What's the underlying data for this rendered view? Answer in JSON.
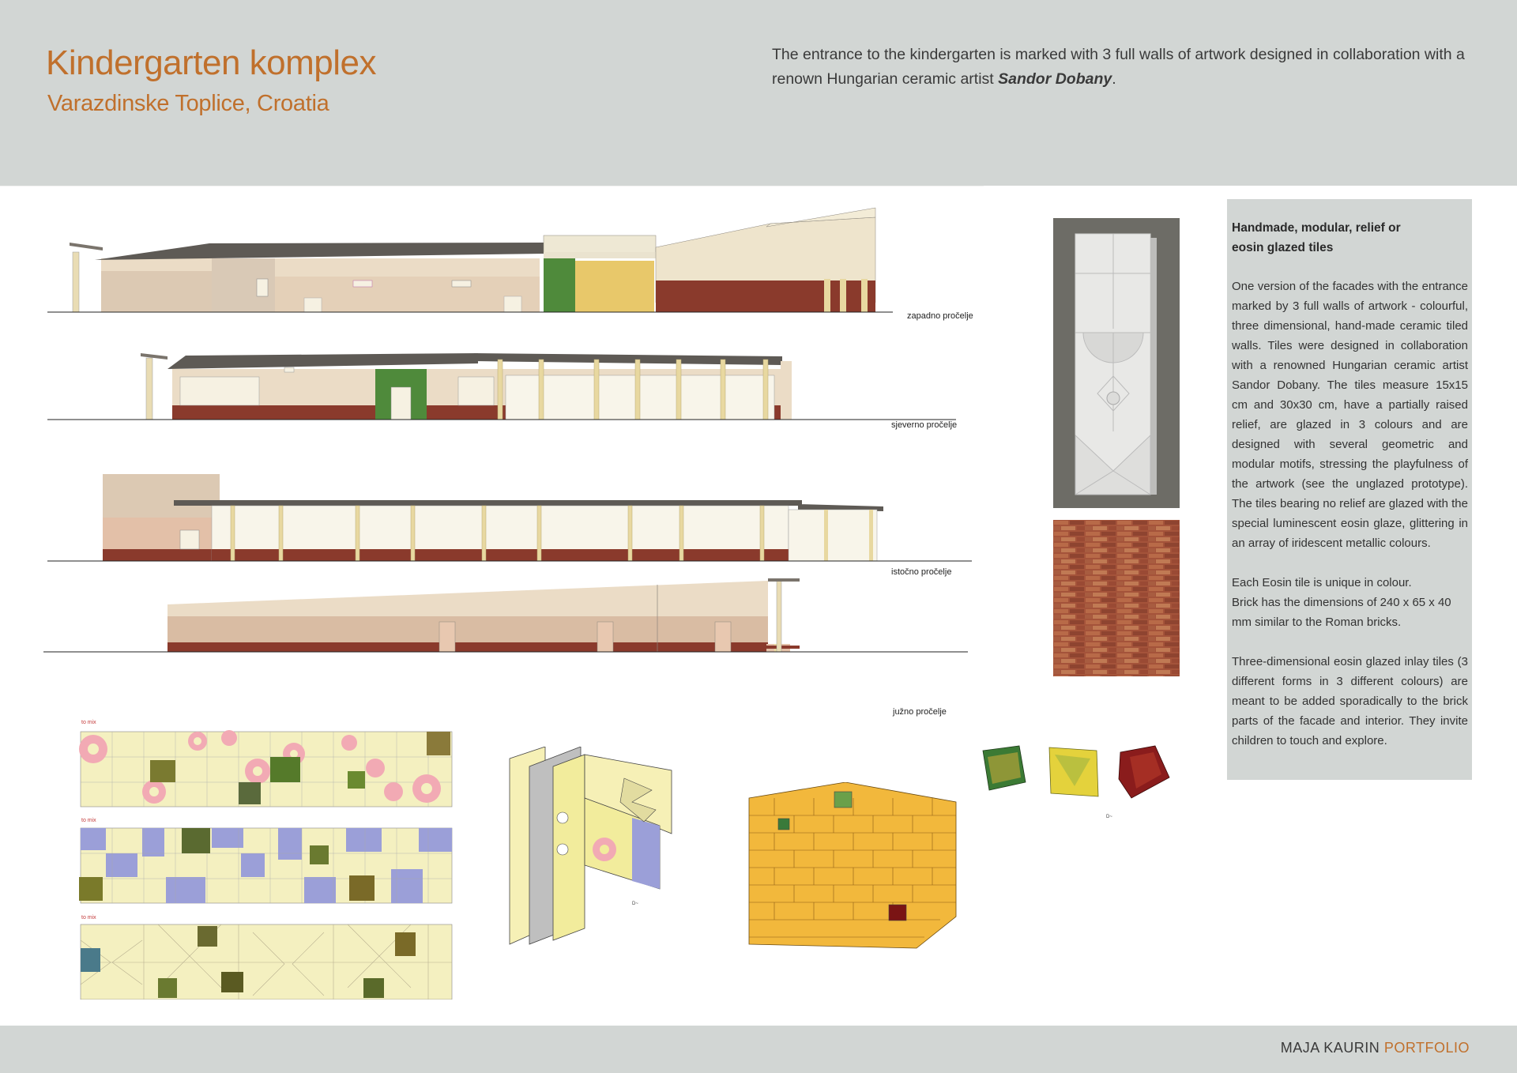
{
  "header": {
    "title": "Kindergarten komplex",
    "subtitle": "Varazdinske Toplice, Croatia",
    "intro_text": "The entrance to the kindergarten is marked with 3 full walls of artwork designed in collaboration with a renown Hungarian ceramic artist ",
    "intro_artist": "Sandor Dobany",
    "intro_end": "."
  },
  "elevations": {
    "west": "zapadno pročelje",
    "north": "sjeverno pročelje",
    "east": "istočno pročelje",
    "south": "južno pročelje"
  },
  "patterns": {
    "label_1": "to mix",
    "label_2": "to mix",
    "label_3": "to mix"
  },
  "info": {
    "title": "Handmade, modular, relief or eosin glazed tiles",
    "paragraph_1": "One version of the facades with the entrance marked by 3 full walls of artwork - colourful, three dimensional, hand-made ceramic tiled walls. Tiles were designed in collaboration with a renowned Hungarian ceramic artist Sandor Dobany. The tiles measure 15x15 cm and 30x30 cm, have a partially raised relief, are glazed in 3 colours and are designed with several geometric and modular motifs, stressing the playfulness of the artwork (see the unglazed prototype). The tiles bearing no relief are glazed with the special luminescent eosin glaze, glittering in an array of iridescent metallic colours.",
    "paragraph_2a": "Each Eosin tile is unique in colour.",
    "paragraph_2b": "Brick has the dimensions of 240 x 65 x 40 mm similar to the Roman bricks.",
    "paragraph_3": "Three-dimensional eosin glazed inlay tiles (3 different forms in 3 different colours) are meant to be added sporadically to the brick parts of the facade and interior. They invite children to touch and explore."
  },
  "footer": {
    "author": "MAJA KAURIN",
    "portfolio": "PORTFOLIO"
  },
  "colors": {
    "accent": "#c0702c",
    "panel_gray": "#d2d6d4",
    "brick": "#8a3a2c",
    "wall_beige": "#ece0cc",
    "roof": "#5e5a55"
  }
}
